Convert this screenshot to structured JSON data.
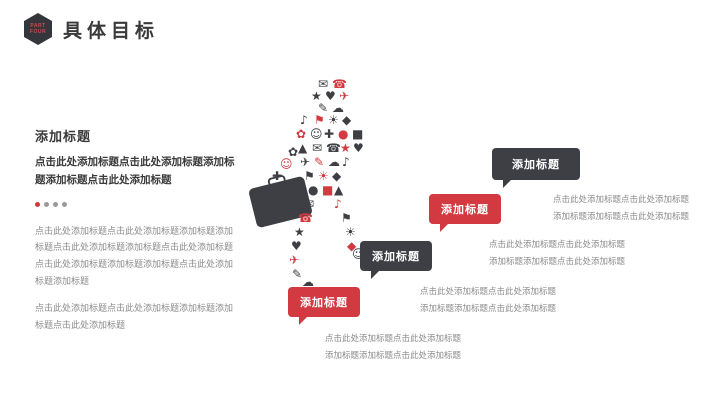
{
  "colors": {
    "red": "#d23940",
    "dark": "#3e3f44",
    "text_dark": "#3a3a3a",
    "text_gray": "#8b8b8b"
  },
  "header": {
    "badge_line1": "PART",
    "badge_line2": "FOUR",
    "title": "具体目标"
  },
  "left_panel": {
    "heading": "添加标题",
    "subheading": "点击此处添加标题点击此处添加标题添加标题添加标题点击此处添加标题",
    "dots": [
      "red",
      "gray",
      "gray",
      "gray"
    ],
    "paragraph1": "点击此处添加标题点击此处添加标题添加标题添加标题点击此处添加标题添加标题点击此处添加标题点击此处添加标题添加标题添加标题点击此处添加标题添加标题",
    "paragraph2": "点击此处添加标题点击此处添加标题添加标题添加标题点击此处添加标题"
  },
  "callouts": [
    {
      "label": "添加标题",
      "color": "red",
      "line1": "点击此处添加标题点击此处添加标题",
      "line2": "添加标题添加标题点击此处添加标题"
    },
    {
      "label": "添加标题",
      "color": "dark",
      "line1": "点击此处添加标题点击此处添加标题",
      "line2": "添加标题添加标题点击此处添加标题"
    },
    {
      "label": "添加标题",
      "color": "red",
      "line1": "点击此处添加标题点击此处添加标题",
      "line2": "添加标题添加标题点击此处添加标题"
    },
    {
      "label": "添加标题",
      "color": "dark",
      "line1": "点击此处添加标题点击此处添加标题",
      "line2": "添加标题添加标题点击此处添加标题"
    }
  ],
  "figure": {
    "icons": [
      {
        "glyph": "✉",
        "color": "dark",
        "name": "mail-icon"
      },
      {
        "glyph": "☎",
        "color": "red",
        "name": "phone-icon"
      },
      {
        "glyph": "★",
        "color": "dark",
        "name": "star-icon"
      },
      {
        "glyph": "♥",
        "color": "dark",
        "name": "heart-icon"
      },
      {
        "glyph": "✈",
        "color": "red",
        "name": "plane-icon"
      },
      {
        "glyph": "✎",
        "color": "dark",
        "name": "pencil-icon"
      },
      {
        "glyph": "☁",
        "color": "dark",
        "name": "cloud-icon"
      },
      {
        "glyph": "♪",
        "color": "dark",
        "name": "music-icon"
      },
      {
        "glyph": "⚑",
        "color": "red",
        "name": "flag-icon"
      },
      {
        "glyph": "☀",
        "color": "dark",
        "name": "sun-icon"
      },
      {
        "glyph": "◆",
        "color": "dark",
        "name": "diamond-icon"
      },
      {
        "glyph": "✿",
        "color": "red",
        "name": "flower-icon"
      },
      {
        "glyph": "☺",
        "color": "dark",
        "name": "smiley-icon"
      },
      {
        "glyph": "✚",
        "color": "dark",
        "name": "plus-icon"
      },
      {
        "glyph": "●",
        "color": "red",
        "name": "dot-icon"
      },
      {
        "glyph": "■",
        "color": "dark",
        "name": "square-icon"
      },
      {
        "glyph": "▲",
        "color": "dark",
        "name": "triangle-icon"
      },
      {
        "glyph": "✉",
        "color": "dark",
        "name": "mail-icon"
      },
      {
        "glyph": "☎",
        "color": "dark",
        "name": "phone-icon"
      },
      {
        "glyph": "★",
        "color": "red",
        "name": "star-icon"
      },
      {
        "glyph": "♥",
        "color": "dark",
        "name": "heart-icon"
      },
      {
        "glyph": "✈",
        "color": "dark",
        "name": "plane-icon"
      },
      {
        "glyph": "✎",
        "color": "red",
        "name": "pencil-icon"
      },
      {
        "glyph": "☁",
        "color": "dark",
        "name": "cloud-icon"
      },
      {
        "glyph": "♪",
        "color": "dark",
        "name": "music-icon"
      },
      {
        "glyph": "⚑",
        "color": "dark",
        "name": "flag-icon"
      },
      {
        "glyph": "☀",
        "color": "red",
        "name": "sun-icon"
      },
      {
        "glyph": "◆",
        "color": "dark",
        "name": "diamond-icon"
      },
      {
        "glyph": "✿",
        "color": "dark",
        "name": "flower-icon"
      },
      {
        "glyph": "☺",
        "color": "red",
        "name": "smiley-icon"
      },
      {
        "glyph": "✚",
        "color": "dark",
        "name": "plus-icon"
      },
      {
        "glyph": "●",
        "color": "dark",
        "name": "dot-icon"
      },
      {
        "glyph": "■",
        "color": "red",
        "name": "square-icon"
      },
      {
        "glyph": "▲",
        "color": "dark",
        "name": "triangle-icon"
      },
      {
        "glyph": "✉",
        "color": "dark",
        "name": "mail-icon"
      },
      {
        "glyph": "☎",
        "color": "red",
        "name": "phone-icon"
      },
      {
        "glyph": "★",
        "color": "dark",
        "name": "star-icon"
      },
      {
        "glyph": "♥",
        "color": "dark",
        "name": "heart-icon"
      },
      {
        "glyph": "✈",
        "color": "red",
        "name": "plane-icon"
      },
      {
        "glyph": "✎",
        "color": "dark",
        "name": "pencil-icon"
      },
      {
        "glyph": "☁",
        "color": "dark",
        "name": "cloud-icon"
      },
      {
        "glyph": "♪",
        "color": "red",
        "name": "music-icon"
      },
      {
        "glyph": "⚑",
        "color": "dark",
        "name": "flag-icon"
      },
      {
        "glyph": "☀",
        "color": "dark",
        "name": "sun-icon"
      },
      {
        "glyph": "◆",
        "color": "red",
        "name": "diamond-icon"
      },
      {
        "glyph": "☺",
        "color": "dark",
        "name": "smiley-icon"
      }
    ]
  }
}
